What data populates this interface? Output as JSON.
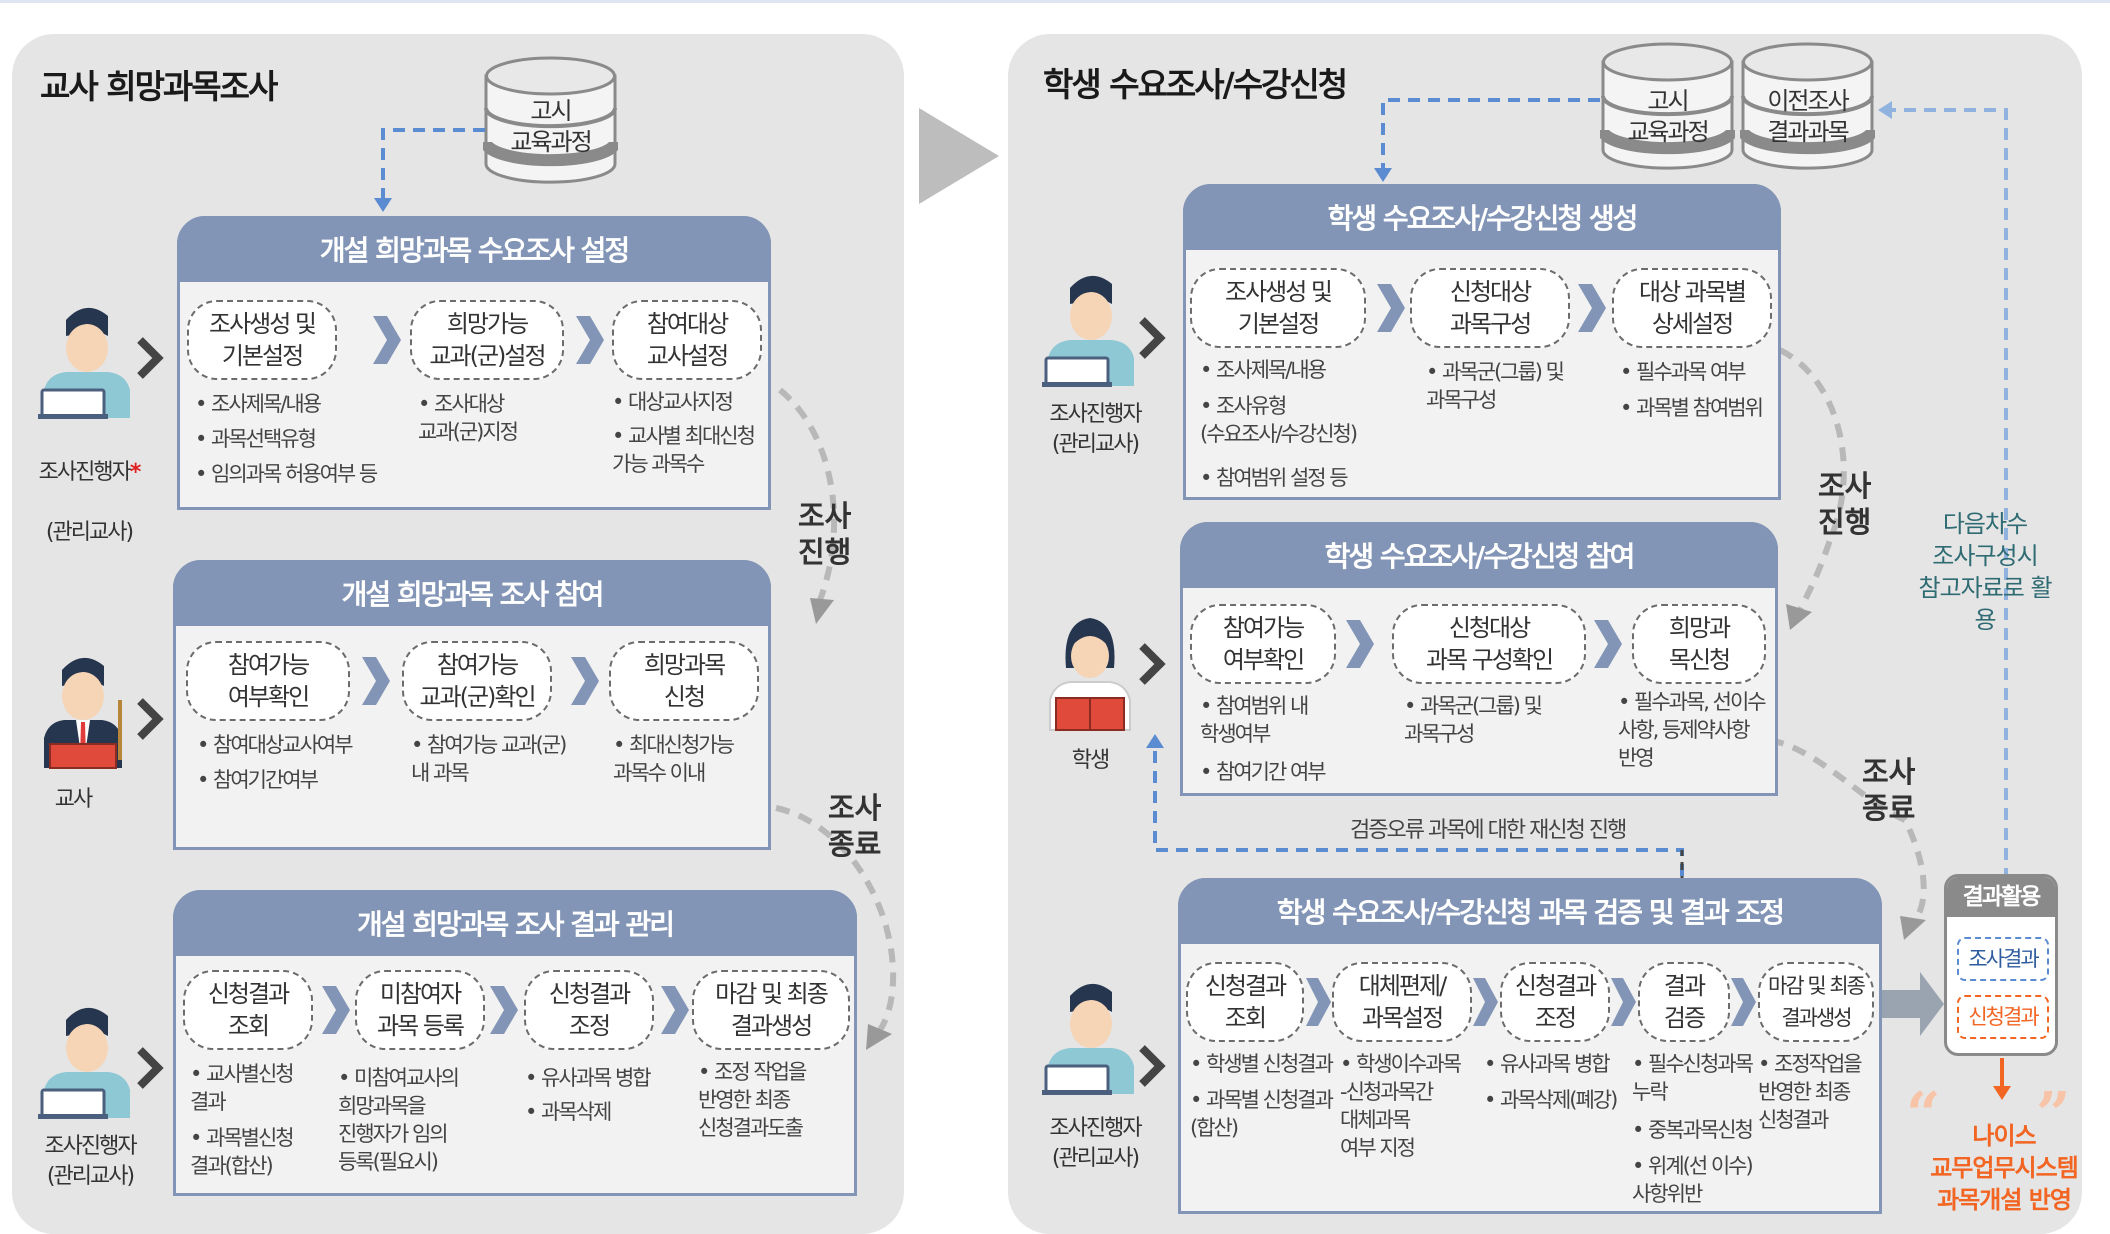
{
  "left_panel": {
    "title": "교사 희망과목조사",
    "db": "고시\n교육과정",
    "actors": {
      "admin1": "조사진행자",
      "admin1_mark": "*",
      "admin1_sub": "(관리교사)",
      "teacher": "교사",
      "admin2": "조사진행자\n(관리교사)"
    },
    "flow_labels": {
      "progress": "조사\n진행",
      "end": "조사\n종료"
    },
    "boxes": [
      {
        "header": "개설 희망과목 수요조사 설정",
        "steps": [
          {
            "label": "조사생성 및\n기본설정",
            "bullets": [
              "조사제목/내용",
              "과목선택유형",
              "임의과목 허용여부 등"
            ]
          },
          {
            "label": "희망가능\n교과(군)설정",
            "bullets": [
              "조사대상\n교과(군)지정"
            ]
          },
          {
            "label": "참여대상\n교사설정",
            "bullets": [
              "대상교사지정",
              "교사별 최대신청\n가능 과목수"
            ]
          }
        ]
      },
      {
        "header": "개설 희망과목 조사 참여",
        "steps": [
          {
            "label": "참여가능\n여부확인",
            "bullets": [
              "참여대상교사여부",
              "참여기간여부"
            ]
          },
          {
            "label": "참여가능\n교과(군)확인",
            "bullets": [
              "참여가능 교과(군)\n내 과목"
            ]
          },
          {
            "label": "희망과목\n신청",
            "bullets": [
              "최대신청가능\n과목수 이내"
            ]
          }
        ]
      },
      {
        "header": "개설 희망과목 조사 결과 관리",
        "steps": [
          {
            "label": "신청결과\n조회",
            "bullets": [
              "교사별신청\n결과",
              "과목별신청\n결과(합산)"
            ]
          },
          {
            "label": "미참여자\n과목 등록",
            "bullets": [
              "미참여교사의\n희망과목을\n진행자가 임의\n등록(필요시)"
            ]
          },
          {
            "label": "신청결과\n조정",
            "bullets": [
              "유사과목 병합",
              "과목삭제"
            ]
          },
          {
            "label": "마감 및 최종\n결과생성",
            "bullets": [
              "조정 작업을\n반영한 최종\n신청결과도출"
            ]
          }
        ]
      }
    ]
  },
  "right_panel": {
    "title": "학생 수요조사/수강신청",
    "db1": "고시\n교육과정",
    "db2": "이전조사\n결과과목",
    "actors": {
      "admin1": "조사진행자\n(관리교사)",
      "student": "학생",
      "admin2": "조사진행자\n(관리교사)"
    },
    "flow_labels": {
      "progress": "조사\n진행",
      "end": "조사\n종료"
    },
    "feedback_note": "다음차수\n조사구성시\n참고자료로 활용",
    "retry_note": "검증오류 과목에 대한 재신청 진행",
    "boxes": [
      {
        "header": "학생 수요조사/수강신청 생성",
        "steps": [
          {
            "label": "조사생성 및\n기본설정",
            "bullets": [
              "조사제목/내용",
              "조사유형\n(수요조사/수강신청)",
              "참여범위 설정 등"
            ]
          },
          {
            "label": "신청대상\n과목구성",
            "bullets": [
              "과목군(그룹) 및\n과목구성"
            ]
          },
          {
            "label": "대상 과목별\n상세설정",
            "bullets": [
              "필수과목 여부",
              "과목별 참여범위"
            ]
          }
        ]
      },
      {
        "header": "학생 수요조사/수강신청 참여",
        "steps": [
          {
            "label": "참여가능\n여부확인",
            "bullets": [
              "참여범위 내\n학생여부",
              "참여기간 여부"
            ]
          },
          {
            "label": "신청대상\n과목 구성확인",
            "bullets": [
              "과목군(그룹) 및\n과목구성"
            ]
          },
          {
            "label": "희망과\n목신청",
            "bullets": [
              "필수과목, 선이수\n사항, 등제약사항\n반영"
            ]
          }
        ]
      },
      {
        "header": "학생 수요조사/수강신청 과목 검증 및 결과 조정",
        "steps": [
          {
            "label": "신청결과\n조회",
            "bullets": [
              "학생별 신청결과",
              "과목별 신청결과\n(합산)"
            ]
          },
          {
            "label": "대체편제/\n과목설정",
            "bullets": [
              "학생이수과목\n-신청과목간\n대체과목\n여부 지정"
            ]
          },
          {
            "label": "신청결과\n조정",
            "bullets": [
              "유사과목 병합",
              "과목삭제(폐강)"
            ]
          },
          {
            "label": "결과\n검증",
            "bullets": [
              "필수신청과목\n누락",
              "중복과목신청",
              "위계(선 이수)\n사항위반"
            ]
          },
          {
            "label": "마감 및 최종\n결과생성",
            "bullets": [
              "조정작업을\n반영한 최종\n신청결과"
            ]
          }
        ]
      }
    ],
    "result_use": {
      "title": "결과활용",
      "item1": "조사결과",
      "item2": "신청결과"
    },
    "neis": "나이스\n교무업무시스템\n과목개설 반영"
  },
  "colors": {
    "panel_bg": "#e5e5e5",
    "box_header": "#8395b6",
    "dashed_blue": "#5b8bd0",
    "teal_text": "#2f6b73",
    "accent_orange": "#f26522",
    "required_red": "#e02020"
  }
}
